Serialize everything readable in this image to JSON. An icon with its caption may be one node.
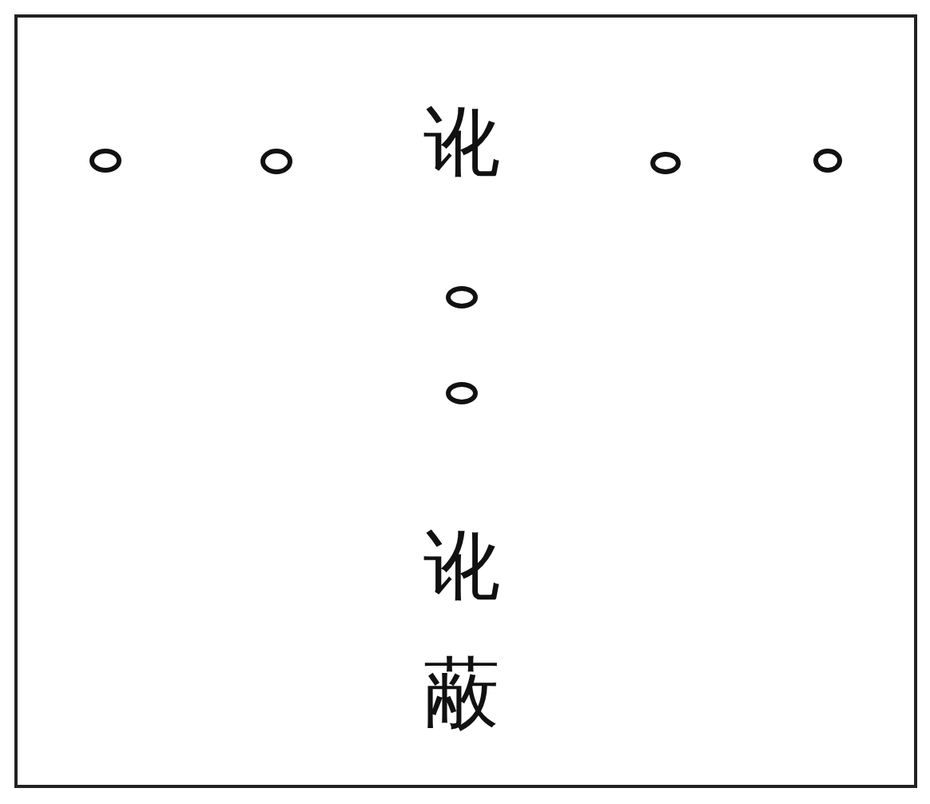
{
  "diagram": {
    "nodes": [
      {
        "text": [],
        "shape": "circle"
      },
      {
        "text": [],
        "shape": "circle"
      },
      {
        "text": [],
        "shape": "circle"
      },
      {
        "text": [],
        "shape": "circle"
      },
      {
        "text": [],
        "shape": "circle"
      },
      {
        "text": [],
        "shape": "circle"
      }
    ],
    "labels": [
      "讹",
      "讹蔽"
    ]
  }
}
